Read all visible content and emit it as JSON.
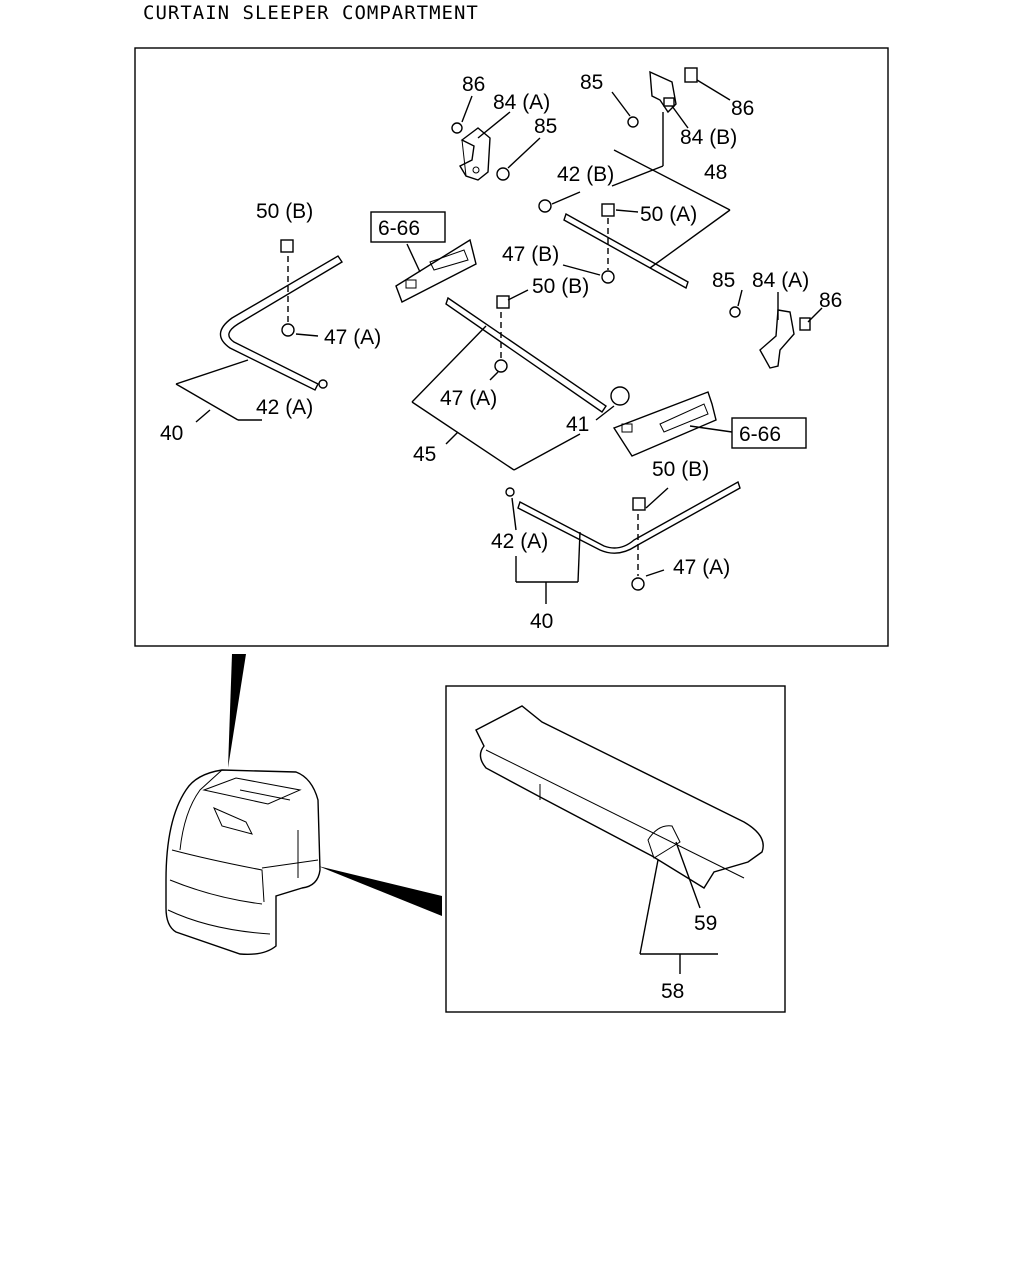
{
  "title": "CURTAIN SLEEPER COMPARTMENT",
  "callouts": {
    "c86_a": "86",
    "c84a_a": "84 (A)",
    "c85_a": "85",
    "c85_b": "85",
    "c86_b": "86",
    "c84b": "84 (B)",
    "c42b": "42 (B)",
    "c48": "48",
    "c50a": "50 (A)",
    "c50b_left": "50 (B)",
    "c47b": "47 (B)",
    "c50b_mid": "50 (B)",
    "c85_c": "85",
    "c84a_c": "84 (A)",
    "c86_c": "86",
    "c47a_left": "47 (A)",
    "c42a_left": "42 (A)",
    "c40_left": "40",
    "c47a_mid": "47 (A)",
    "c41": "41",
    "c45": "45",
    "c50b_bot": "50 (B)",
    "c42a_bot": "42 (A)",
    "c47a_bot": "47 (A)",
    "c40_bot": "40",
    "c59": "59",
    "c58": "58"
  },
  "refs": {
    "ref_left": "6-66",
    "ref_right": "6-66"
  }
}
